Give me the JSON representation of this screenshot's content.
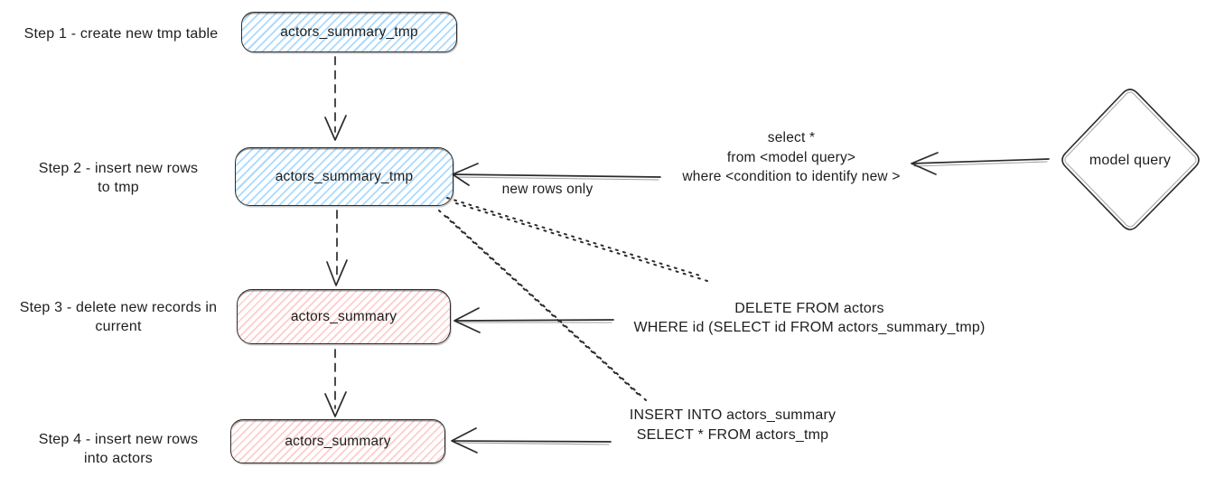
{
  "colors": {
    "stroke": "#2b2b2b",
    "blue_fill": "#a5d8ff",
    "red_fill": "#ffc9c9",
    "background": "#ffffff"
  },
  "steps": [
    {
      "label_line1": "Step 1 - create new tmp table",
      "label_line2": "",
      "box": "actors_summary_tmp",
      "color": "blue"
    },
    {
      "label_line1": "Step 2 - insert new rows",
      "label_line2": "to tmp",
      "box": "actors_summary_tmp",
      "color": "blue"
    },
    {
      "label_line1": "Step 3 - delete new records in",
      "label_line2": "current",
      "box": "actors_summary",
      "color": "red"
    },
    {
      "label_line1": "Step 4 - insert new rows",
      "label_line2": "into actors",
      "box": "actors_summary",
      "color": "red"
    }
  ],
  "annotations": {
    "select_query": {
      "line1": "select *",
      "line2": "from <model query>",
      "line3": "where <condition to identify new >"
    },
    "new_rows_only": "new rows only",
    "delete_query": {
      "line1": "DELETE FROM actors",
      "line2": "WHERE id (SELECT id FROM actors_summary_tmp)"
    },
    "insert_query": {
      "line1": "INSERT INTO actors_summary",
      "line2": "SELECT * FROM actors_tmp"
    },
    "model_query": "model query"
  }
}
